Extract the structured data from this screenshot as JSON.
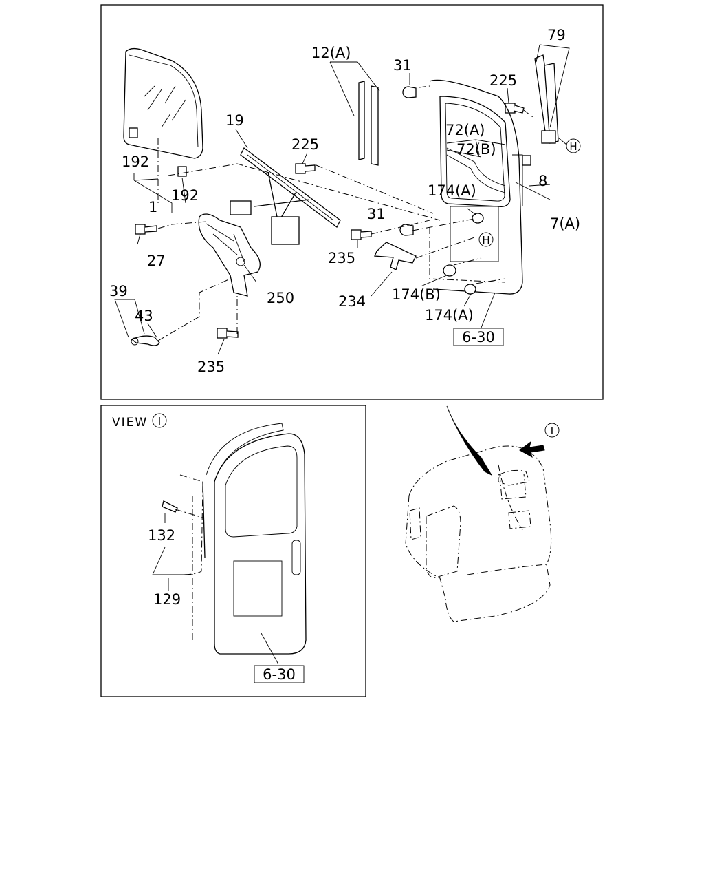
{
  "upper_panel": {
    "callouts": {
      "c_12a": "12(A)",
      "c_31_top": "31",
      "c_225_top": "225",
      "c_79": "79",
      "c_19": "19",
      "c_225_mid": "225",
      "c_72a": "72(A)",
      "c_72b": "72(B)",
      "c_192_a": "192",
      "c_192_b": "192",
      "c_8": "8",
      "c_174a_top": "174(A)",
      "c_1": "1",
      "c_7a": "7(A)",
      "c_31_mid": "31",
      "c_27": "27",
      "c_235_mid": "235",
      "c_39": "39",
      "c_43": "43",
      "c_250": "250",
      "c_234": "234",
      "c_174b": "174(B)",
      "c_174a_bot": "174(A)",
      "c_235_bot": "235"
    },
    "ref_box": "6-30",
    "marker_h1": "H",
    "marker_h2": "H"
  },
  "view_panel": {
    "view_label": "VIEW",
    "view_marker": "I",
    "callouts": {
      "c_132": "132",
      "c_129": "129"
    },
    "ref_box": "6-30"
  },
  "cab_overview": {
    "view_marker": "I"
  }
}
